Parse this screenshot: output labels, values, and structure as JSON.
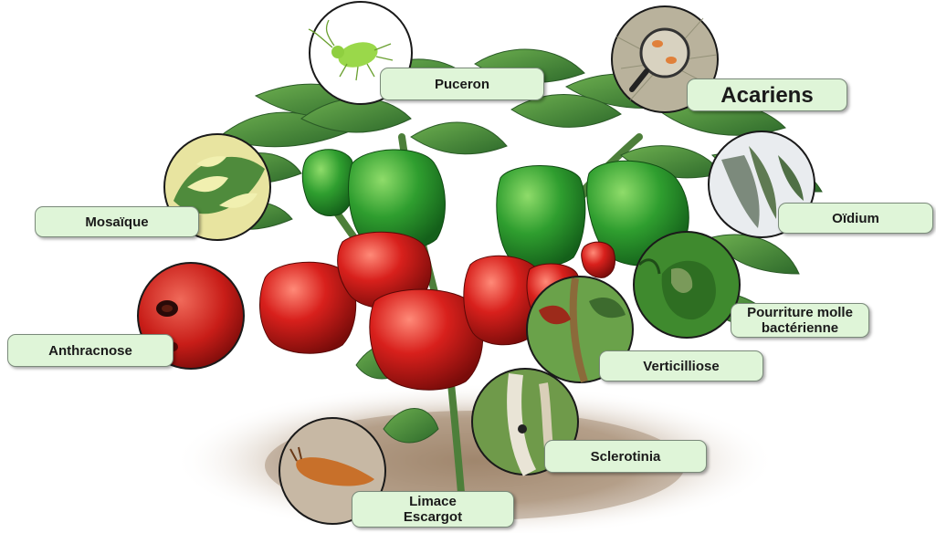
{
  "labels": {
    "puceron": "Puceron",
    "acariens": "Acariens",
    "mosaique": "Mosaïque",
    "oidium": "Oïdium",
    "anthracnose": "Anthracnose",
    "pourriture_line1": "Pourriture molle",
    "pourriture_line2": "bactérienne",
    "verticilliose": "Verticilliose",
    "sclerotinia": "Sclerotinia",
    "limace_line1": "Limace",
    "limace_line2": "Escargot"
  },
  "colors": {
    "label_fill": "#dff5d8",
    "pepper_green": "#2f9e2f",
    "pepper_red": "#d8201c",
    "leaf_green": "#3f7f3a"
  },
  "icons": [
    "aphid-icon",
    "mite-magnifier-icon",
    "mosaic-leaf-icon",
    "powdery-leaf-icon",
    "anthracnose-fruit-icon",
    "soft-rot-icon",
    "verticillium-stem-icon",
    "sclerotinia-stem-icon",
    "slug-icon"
  ]
}
